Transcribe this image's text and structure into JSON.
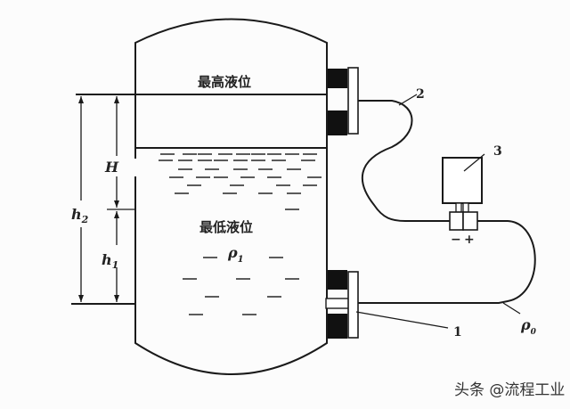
{
  "diagram": {
    "labels": {
      "max_level": "最高液位",
      "min_level": "最低液位",
      "H": "H",
      "h1": "h",
      "h1_sub": "1",
      "h2": "h",
      "h2_sub": "2",
      "rho1": "ρ",
      "rho1_sub": "1",
      "rho0": "ρ",
      "rho0_sub": "0",
      "callout_1": "1",
      "callout_2": "2",
      "callout_3": "3",
      "minus": "−",
      "plus": "+"
    },
    "watermark": "头条 @流程工业"
  }
}
